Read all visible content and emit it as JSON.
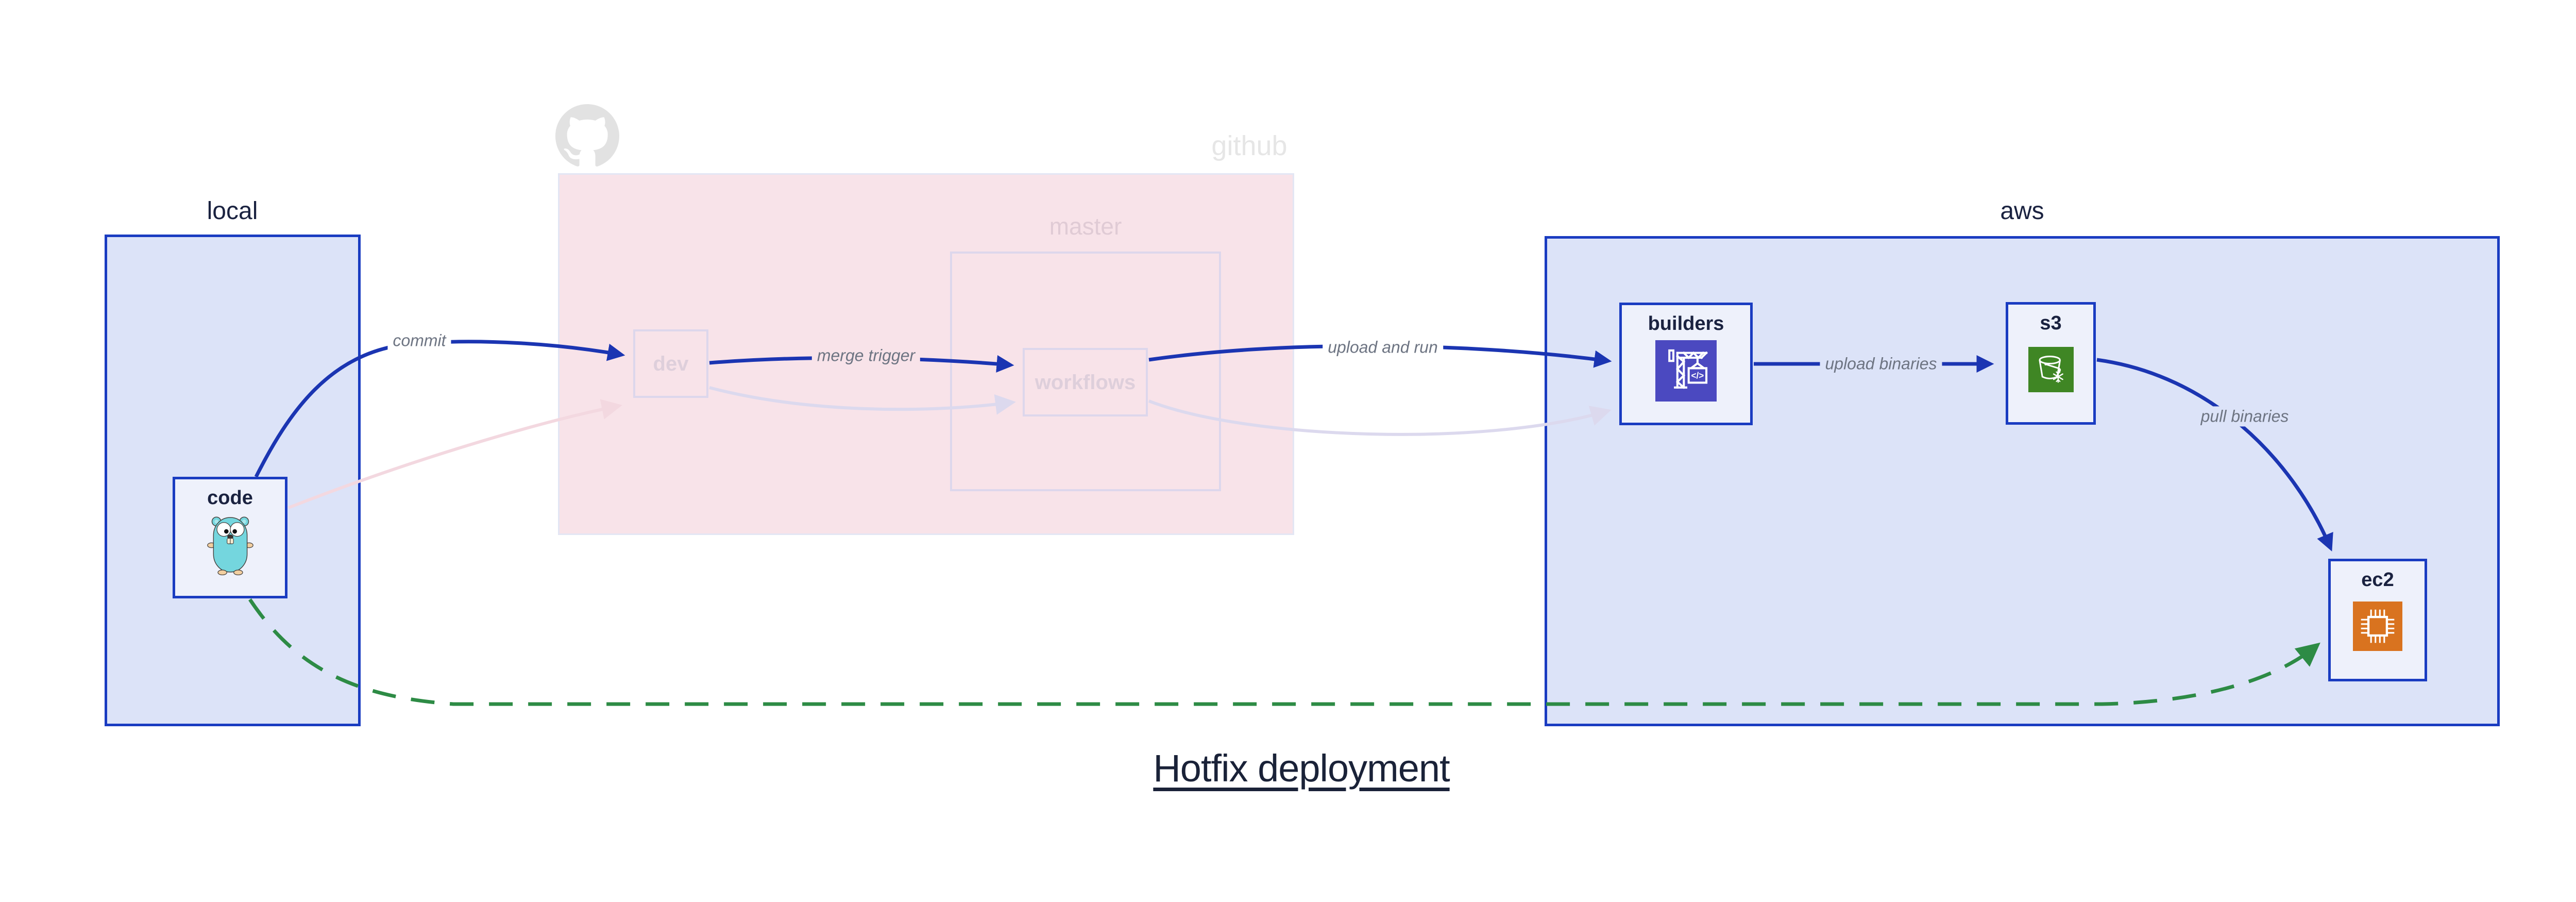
{
  "title": "Hotfix deployment",
  "groups": {
    "local": {
      "label": "local"
    },
    "github": {
      "label": "github",
      "master_label": "master",
      "logo_icon": "github-octocat-icon"
    },
    "aws": {
      "label": "aws"
    }
  },
  "nodes": {
    "code": {
      "label": "code",
      "icon": "go-gopher-icon"
    },
    "dev": {
      "label": "dev"
    },
    "workflows": {
      "label": "workflows"
    },
    "builders": {
      "label": "builders",
      "icon": "aws-codebuild-crane-icon"
    },
    "s3": {
      "label": "s3",
      "icon": "aws-s3-glacier-bucket-icon"
    },
    "ec2": {
      "label": "ec2",
      "icon": "aws-ec2-chip-icon"
    }
  },
  "edges": [
    {
      "from": "code",
      "to": "dev",
      "label": "commit",
      "style": "active-blue"
    },
    {
      "from": "dev",
      "to": "workflows",
      "label": "merge trigger",
      "style": "active-blue"
    },
    {
      "from": "workflows",
      "to": "builders",
      "label": "upload and run",
      "style": "active-blue"
    },
    {
      "from": "builders",
      "to": "s3",
      "label": "upload binaries",
      "style": "active-blue"
    },
    {
      "from": "s3",
      "to": "ec2",
      "label": "pull binaries",
      "style": "active-blue"
    },
    {
      "from": "code",
      "to": "ec2",
      "label": "",
      "style": "green-dashed"
    },
    {
      "from": "code",
      "to": "dev",
      "label": "",
      "style": "faded-pink"
    },
    {
      "from": "dev",
      "to": "workflows",
      "label": "",
      "style": "faded-lavender"
    },
    {
      "from": "workflows",
      "to": "builders",
      "label": "",
      "style": "faded-lavender"
    }
  ],
  "colors": {
    "active_border": "#1a3cc1",
    "active_edge": "#1b35b2",
    "group_fill": "#dce3f8",
    "node_fill": "#eef1fb",
    "github_fill": "#f8e3e9",
    "faded_border": "#ddd7ec",
    "green_edge": "#2d8b45",
    "faded_pink_edge": "#f3d8e0",
    "faded_lavender_edge": "#dcd9ee",
    "codebuild_tile": "#4b49c0",
    "glacier_tile": "#3f8624",
    "ec2_tile": "#d9731f",
    "edge_label_gray": "#6d7482",
    "title_color": "#1a2238"
  }
}
